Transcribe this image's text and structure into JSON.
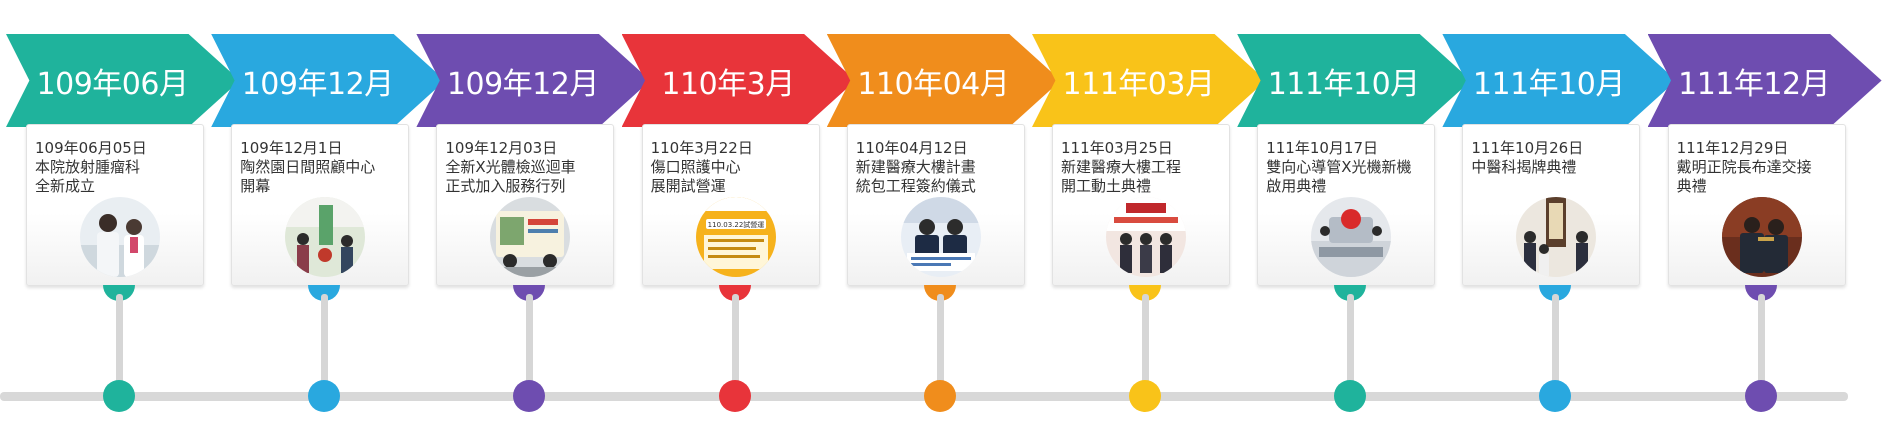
{
  "milestones": [
    {
      "period": "109年06月",
      "event": "109年06月05日\n本院放射腫瘤科\n全新成立",
      "color": "#1fb39c"
    },
    {
      "period": "109年12月",
      "event": "109年12月1日\n陶然園日間照顧中心\n開幕",
      "color": "#29a8df"
    },
    {
      "period": "109年12月",
      "event": "109年12月03日\n全新X光體檢巡迴車\n正式加入服務行列",
      "color": "#6e4db0"
    },
    {
      "period": "110年3月",
      "event": "110年3月22日\n傷口照護中心\n展開試營運",
      "color": "#e8343a"
    },
    {
      "period": "110年04月",
      "event": "110年04月12日\n新建醫療大樓計畫\n統包工程簽約儀式",
      "color": "#f08d1c"
    },
    {
      "period": "111年03月",
      "event": "111年03月25日\n新建醫療大樓工程\n開工動土典禮",
      "color": "#f9c319"
    },
    {
      "period": "111年10月",
      "event": "111年10月17日\n雙向心導管X光機新機\n啟用典禮",
      "color": "#1fb39c"
    },
    {
      "period": "111年10月",
      "event": "111年10月26日\n中醫科揭牌典禮",
      "color": "#29a8df"
    },
    {
      "period": "111年12月",
      "event": "111年12月29日\n戴明正院長布達交接\n典禮",
      "color": "#6e4db0"
    }
  ],
  "photo_signage": "110.03.22試營運"
}
